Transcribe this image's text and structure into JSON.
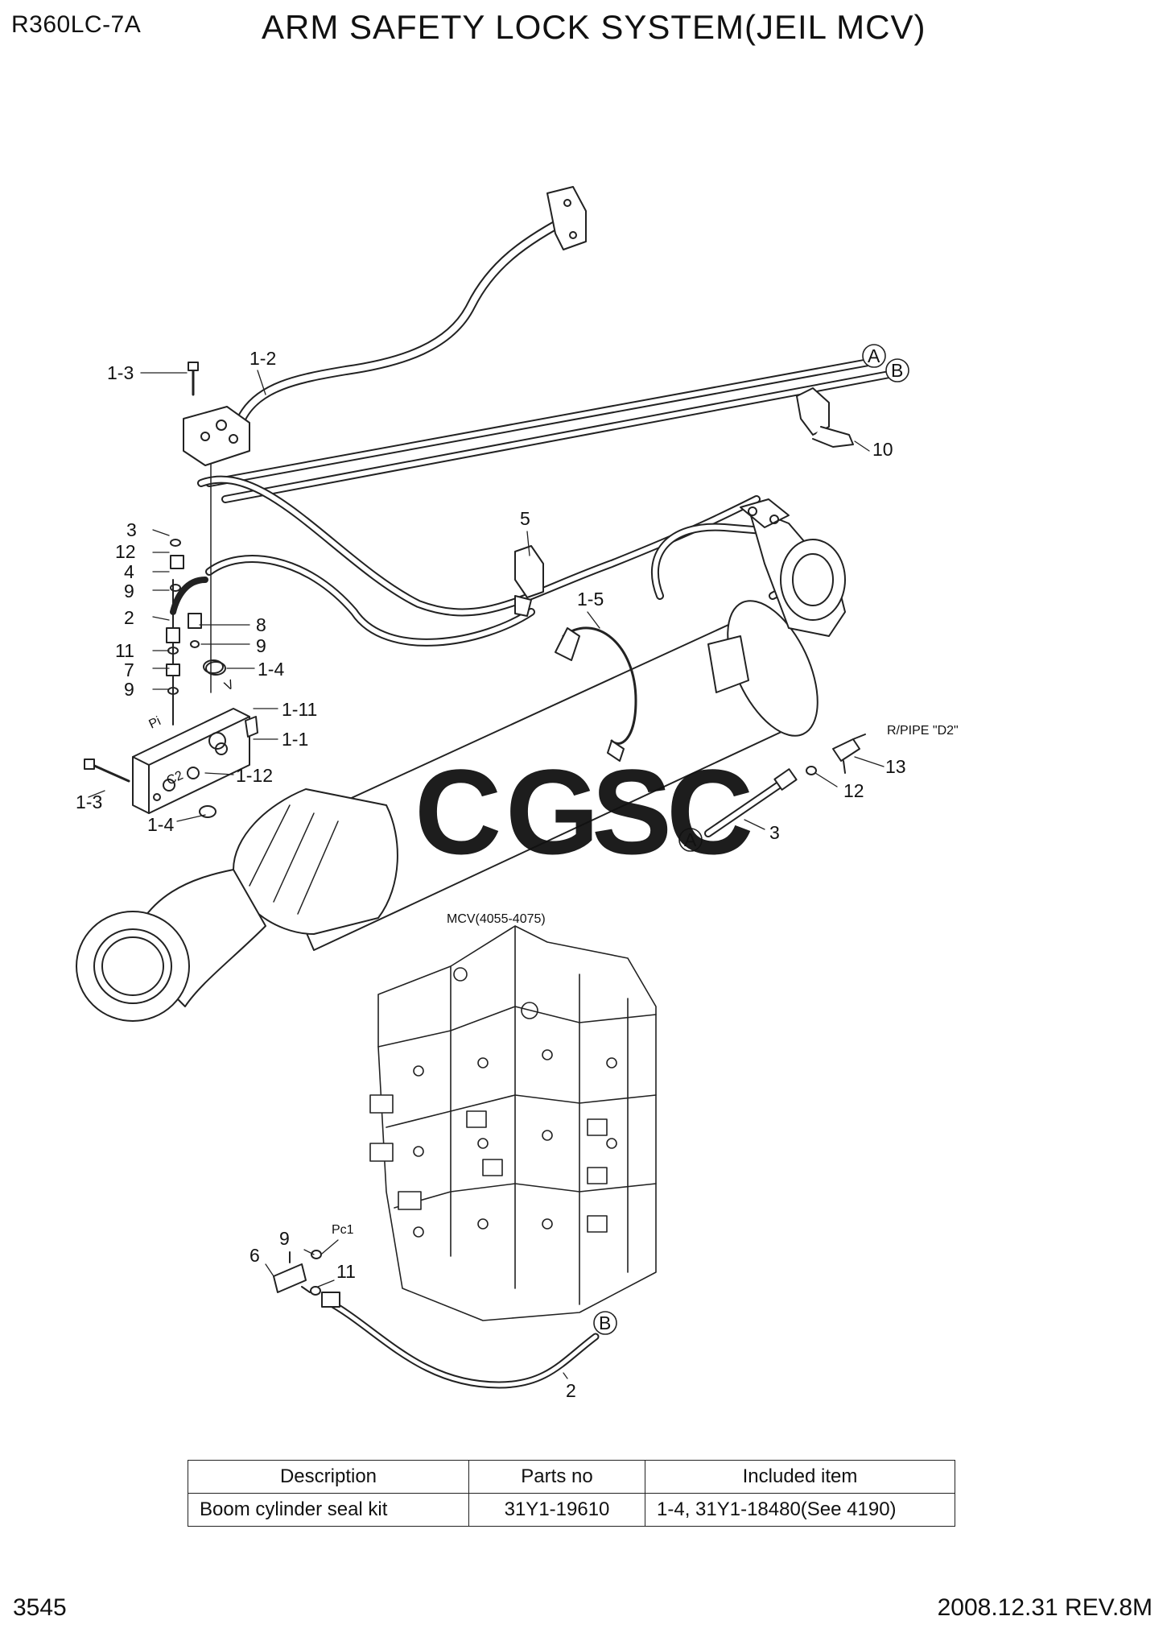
{
  "header": {
    "model": "R360LC-7A",
    "title": "ARM SAFETY LOCK SYSTEM(JEIL MCV)"
  },
  "diagram": {
    "callouts": {
      "c_1_3_top": "1-3",
      "c_1_2": "1-2",
      "c_A_top": "A",
      "c_B_top": "B",
      "c_10": "10",
      "c_3_left": "3",
      "c_12_left": "12",
      "c_4": "4",
      "c_9_a": "9",
      "c_2_left": "2",
      "c_8": "8",
      "c_9_b": "9",
      "c_11_left": "11",
      "c_1_4_top": "1-4",
      "c_7": "7",
      "c_9_c": "9",
      "c_1_11": "1-11",
      "c_1_1": "1-1",
      "c_1_12": "1-12",
      "c_1_3_bottom": "1-3",
      "c_1_4_bottom": "1-4",
      "c_5": "5",
      "c_1_5": "1-5",
      "c_13": "13",
      "c_12_right": "12",
      "c_3_right": "3",
      "c_A_mid": "A",
      "c_9_mcv": "9",
      "c_6": "6",
      "c_11_mcv": "11",
      "c_B_bottom": "B",
      "c_2_bottom": "2"
    },
    "notes": {
      "rpipe": "R/PIPE \"D2\"",
      "mcv": "MCV(4055-4075)",
      "pc1": "Pc1",
      "port_pi": "Pi",
      "port_c2": "C2",
      "port_v": "V"
    },
    "watermark": {
      "letters": [
        "C",
        "G",
        "S",
        "C"
      ],
      "colors": [
        "#4d8df5",
        "#f06b6b",
        "#f6cf47",
        "#2fae6e"
      ]
    }
  },
  "kit_table": {
    "headers": [
      "Description",
      "Parts no",
      "Included item"
    ],
    "rows": [
      [
        "Boom cylinder seal kit",
        "31Y1-19610",
        "1-4, 31Y1-18480(See 4190)"
      ]
    ]
  },
  "footer": {
    "page": "3545",
    "revision": "2008.12.31  REV.8M"
  }
}
